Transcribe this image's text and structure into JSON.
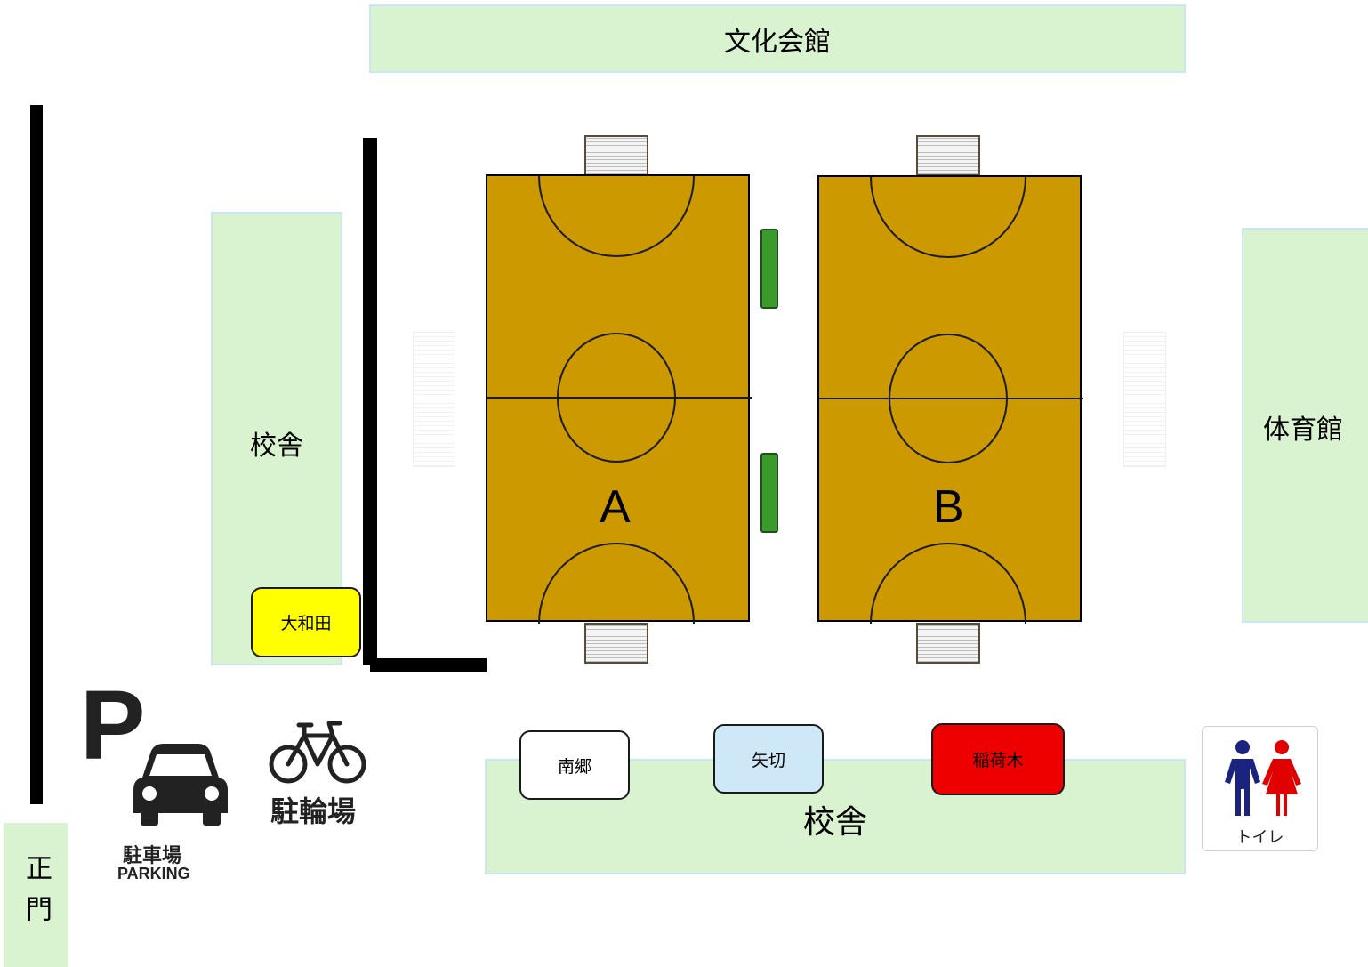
{
  "buildings": {
    "bunka": "文化会館",
    "kousha_left": "校舎",
    "taiikukan": "体育館",
    "kousha_bottom": "校舎",
    "seimon": "正門"
  },
  "courts": {
    "a_label": "A",
    "b_label": "B"
  },
  "teams": {
    "owada": "大和田",
    "nango": "南郷",
    "yagiri": "矢切",
    "inariki": "稲荷木"
  },
  "facilities": {
    "parking_symbol": "P",
    "parking_jp": "駐車場",
    "parking_en": "PARKING",
    "bicycle_jp": "駐輪場",
    "toilet": "トイレ"
  },
  "colors": {
    "building_fill": "#d9f2d0",
    "court_fill": "#cc9900",
    "owada": "#ffff00",
    "nango": "#ffffff",
    "yagiri": "#cfe8f7",
    "inariki": "#ee0000",
    "bench": "#3a9a2a"
  },
  "icons": [
    "parking-icon",
    "car-icon",
    "bicycle-icon",
    "toilet-icon"
  ]
}
